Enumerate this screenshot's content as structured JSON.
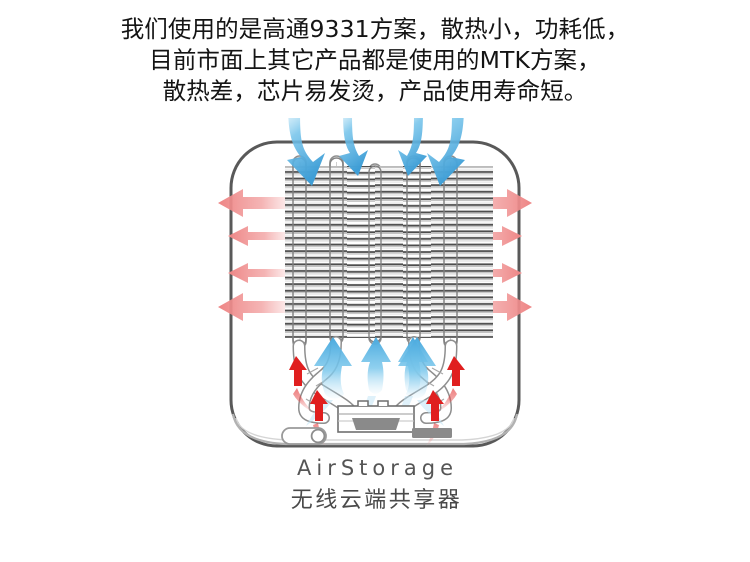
{
  "headline": {
    "lines": [
      "我们使用的是高通9331方案，散热小，功耗低，",
      "目前市面上其它产品都是使用的MTK方案，",
      "散热差，芯片易发烫，产品使用寿命短。"
    ],
    "color": "#141414"
  },
  "caption": {
    "brand": "AirStorage",
    "subtitle": "无线云端共享器",
    "brand_color": "#555555",
    "subtitle_color": "#4a4a4a"
  },
  "illustration": {
    "device_outline_color": "#595959",
    "device_inner_line_color": "#9a9a9a",
    "heatsink_fin_color": "#4a4a4a",
    "heatpipe_outline_color": "#8e8e8e",
    "intake_arrow_color": "#4fa8dc",
    "intake_arrow_color_light": "#8fd0ef",
    "exhaust_arrow_color": "#ef8b8b",
    "exhaust_arrow_color_light": "#f7c6c6",
    "pipe_heat_arrow_color": "#e01f1f",
    "updraft_arrow_color": "#55b4e4",
    "labels": {
      "device": "AirStorage 无线云端共享器外壳",
      "heatsink": "散热鳍片",
      "heatpipes": "热管",
      "base_block": "芯片底座",
      "intake": "冷空气进入",
      "exhaust": "热空气排出",
      "updraft": "热气上升"
    },
    "intake_arrows": [
      {
        "id": "intake-1",
        "size": "large"
      },
      {
        "id": "intake-2",
        "size": "small"
      },
      {
        "id": "intake-3",
        "size": "small"
      },
      {
        "id": "intake-4",
        "size": "large"
      }
    ],
    "exhaust_arrows_left": [
      {
        "id": "exhaust-left-1",
        "size": "large"
      },
      {
        "id": "exhaust-left-2",
        "size": "small"
      },
      {
        "id": "exhaust-left-3",
        "size": "small"
      },
      {
        "id": "exhaust-left-4",
        "size": "large"
      }
    ],
    "exhaust_arrows_right": [
      {
        "id": "exhaust-right-1",
        "size": "large"
      },
      {
        "id": "exhaust-right-2",
        "size": "small"
      },
      {
        "id": "exhaust-right-3",
        "size": "small"
      },
      {
        "id": "exhaust-right-4",
        "size": "large"
      }
    ],
    "updraft_arrows": [
      {
        "id": "updraft-1"
      },
      {
        "id": "updraft-2"
      },
      {
        "id": "updraft-3"
      },
      {
        "id": "updraft-4"
      }
    ],
    "heatpipe_count": 5,
    "ports": {
      "toggle_switch": "电源开关",
      "center_tab": "接口盖",
      "side_port": "端口"
    }
  }
}
